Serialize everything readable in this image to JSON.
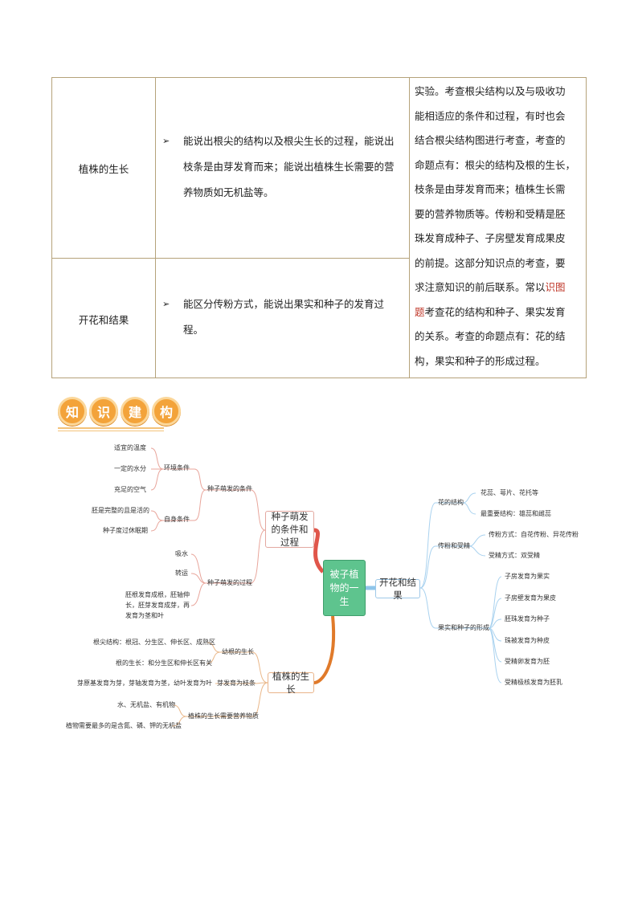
{
  "table": {
    "rows": [
      {
        "topic": "植株的生长",
        "requirement": "能说出根尖的结构以及根尖生长的过程，能说出枝条是由芽发育而来；能说出植株生长需要的营养物质如无机盐等。"
      },
      {
        "topic": "开花和结果",
        "requirement": "能区分传粉方式，能说出果实和种子的发育过程。"
      }
    ],
    "exam_lines": [
      "实验。考查根尖结构以及与吸收功",
      "能相适应的条件和过程，有时也会",
      "结合根尖结构图进行考查，考查的",
      "命题点有：根尖的结构及根的生长，",
      "枝条是由芽发育而来；植株生长需",
      "要的营养物质等。传粉和受精是胚",
      "珠发育成种子、子房壁发育成果皮",
      "的前提。这部分知识点的考查，要",
      "求注意知识的前后联系。常以",
      "考查花的结构和种子、果实发育",
      "的关系。考查的命题点有：花的结",
      "构，果实和种子的形成过程。"
    ],
    "exam_red_1": "识图",
    "exam_red_2": "题",
    "bullet": "➢"
  },
  "heading": {
    "chars": [
      "知",
      "识",
      "建",
      "构"
    ]
  },
  "mindmap": {
    "center": "被子植物的一生",
    "germination": {
      "title": "种子萌发的条件和过程",
      "conditions": "种子萌发的条件",
      "env": "环境条件",
      "env_items": [
        "适宜的温度",
        "一定的水分",
        "充足的空气"
      ],
      "self": "自身条件",
      "self_items": [
        "胚是完整的且是活的",
        "种子度过休眠期"
      ],
      "process": "种子萌发的过程",
      "process_items": [
        "吸水",
        "转运",
        "胚根发育成根，胚轴伸长，胚芽发育成芽，再发育为茎和叶"
      ]
    },
    "growth": {
      "title": "植株的生长",
      "root": "幼根的生长",
      "root_items": [
        "根尖结构：根冠、分生区、伸长区、成熟区",
        "根的生长：和分生区和伸长区有关"
      ],
      "bud": "芽发育为枝条",
      "bud_items": [
        "芽原基发育为芽，芽轴发育为茎，幼叶发育为叶"
      ],
      "nutrient": "植株的生长需要营养物质",
      "nutrient_items": [
        "水、无机盐、有机物",
        "植物需要最多的是含氮、磷、钾的无机盐"
      ]
    },
    "flower": {
      "title": "开花和结果",
      "structure": "花的结构",
      "structure_items": [
        "花蕊、萼片、花托等",
        "最重要结构：雄蕊和雌蕊"
      ],
      "pollination": "传粉和受精",
      "pollination_items": [
        "传粉方式：自花传粉、异花传粉",
        "受精方式：双受精"
      ],
      "formation": "果实和种子的形成",
      "formation_items": [
        "子房发育为果实",
        "子房壁发育为果皮",
        "胚珠发育为种子",
        "珠被发育为种皮",
        "受精卵发育为胚",
        "受精极核发育为胚乳"
      ]
    },
    "colors": {
      "red_branch": "#e0564a",
      "orange_branch": "#e07a2a",
      "blue_branch": "#8ec5ea",
      "center_fill": "#5ec48e"
    }
  }
}
